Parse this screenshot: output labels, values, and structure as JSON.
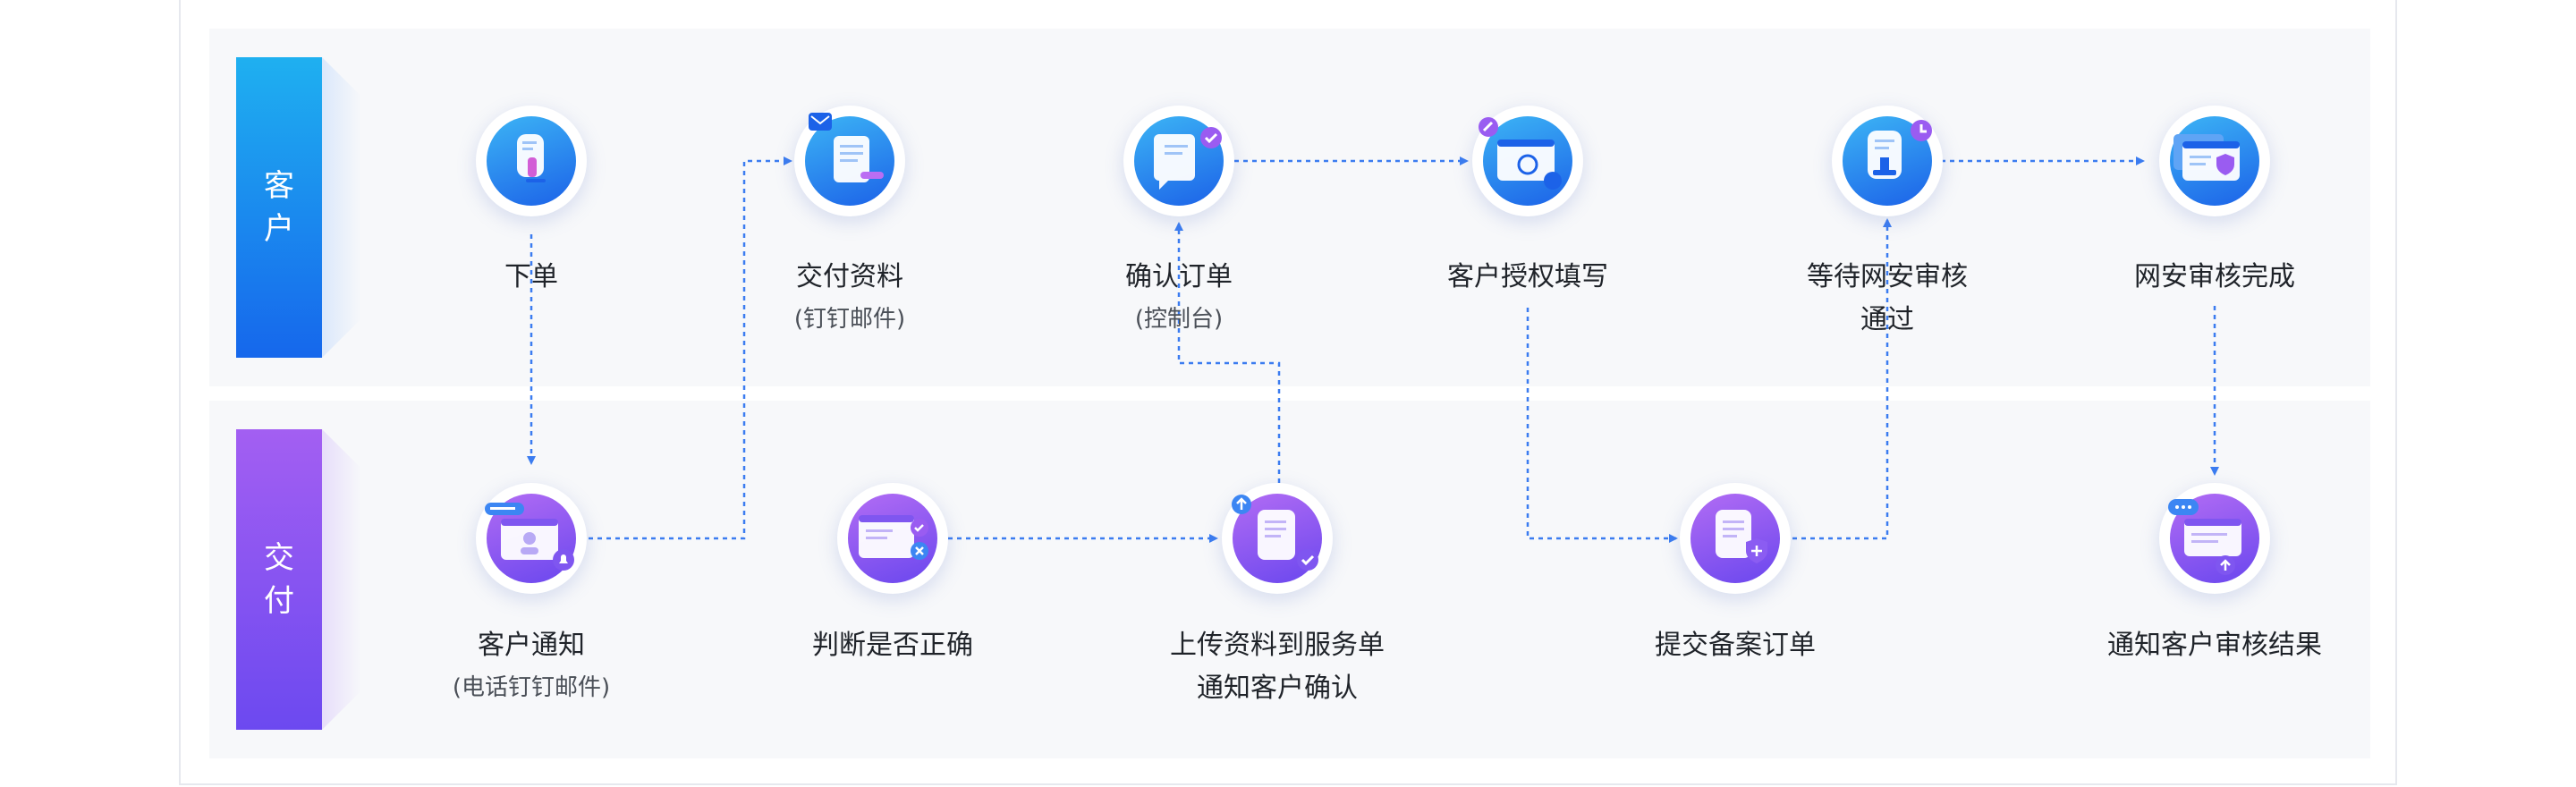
{
  "lanes": {
    "customer": {
      "label_line1": "客",
      "label_line2": "户"
    },
    "delivery": {
      "label_line1": "交",
      "label_line2": "付"
    }
  },
  "steps": {
    "order": {
      "title": "下单"
    },
    "deliver_docs": {
      "title": "交付资料",
      "sub": "(钉钉邮件)"
    },
    "confirm_order": {
      "title": "确认订单",
      "sub": "(控制台)"
    },
    "customer_auth": {
      "title": "客户授权填写"
    },
    "wait_review": {
      "title": "等待网安审核",
      "title2": "通过"
    },
    "review_done": {
      "title": "网安审核完成"
    },
    "notify_customer": {
      "title": "客户通知",
      "sub": "(电话钉钉邮件)"
    },
    "judge_correct": {
      "title": "判断是否正确"
    },
    "upload_docs": {
      "title": "上传资料到服务单",
      "title2": "通知客户确认"
    },
    "submit_filing": {
      "title": "提交备案订单"
    },
    "notify_result": {
      "title": "通知客户审核结果"
    }
  },
  "colors": {
    "customer_accent": "#1667ec",
    "delivery_accent": "#6c49f0",
    "connector": "#3b7cf0"
  }
}
